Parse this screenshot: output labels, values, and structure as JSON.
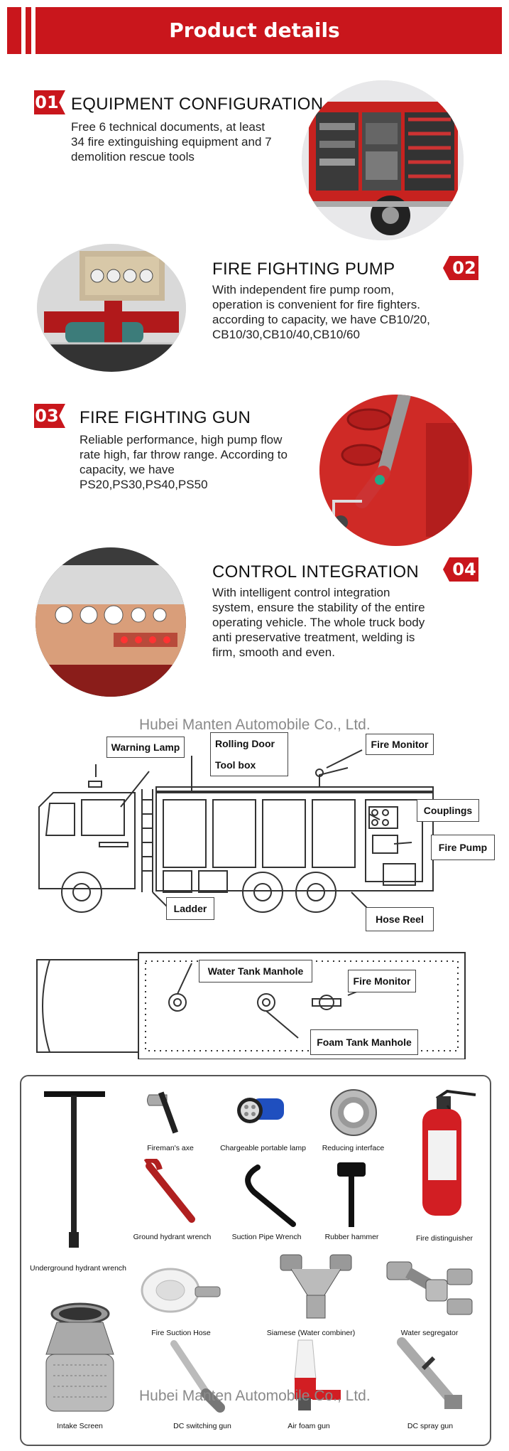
{
  "header": {
    "title": "Product details"
  },
  "sections": [
    {
      "num": "01",
      "title": "EQUIPMENT CONFIGURATION",
      "body": [
        "Free 6 technical documents, at least",
        "34 fire extinguishing equipment and 7",
        "demolition rescue tools"
      ]
    },
    {
      "num": "02",
      "title": "FIRE FIGHTING PUMP",
      "body": [
        "With independent fire pump room,",
        "operation is convenient for fire fighters.",
        "according to capacity, we have CB10/20,",
        "CB10/30,CB10/40,CB10/60"
      ]
    },
    {
      "num": "03",
      "title": "FIRE FIGHTING GUN",
      "body": [
        "Reliable performance, high pump flow",
        "rate high, far throw range. According to",
        "capacity, we have",
        "PS20,PS30,PS40,PS50"
      ]
    },
    {
      "num": "04",
      "title": "CONTROL INTEGRATION",
      "body": [
        "With intelligent control integration",
        "system, ensure the stability of the entire",
        "operating vehicle. The whole truck body",
        "anti preservative treatment, welding is",
        "firm, smooth and even."
      ]
    }
  ],
  "watermark": "Hubei Manten Automobile Co., Ltd.",
  "watermark_bottom": "Hubei Manten Automobile Co., Ltd.",
  "side_diagram": {
    "labels": {
      "warning_lamp": "Warning Lamp",
      "rolling_door": "Rolling Door",
      "tool_box": "Tool box",
      "fire_monitor": "Fire Monitor",
      "couplings": "Couplings",
      "fire_pump": "Fire Pump",
      "ladder": "Ladder",
      "hose_reel": "Hose Reel"
    }
  },
  "top_diagram": {
    "labels": {
      "water_tank_manhole": "Water Tank Manhole",
      "fire_monitor": "Fire Monitor",
      "foam_tank_manhole": "Foam Tank Manhole"
    }
  },
  "tools": [
    {
      "name": "Underground hydrant wrench",
      "icon": "t-wrench-icon"
    },
    {
      "name": "Fireman's axe",
      "icon": "axe-icon"
    },
    {
      "name": "Chargeable portable lamp",
      "icon": "lamp-icon"
    },
    {
      "name": "Reducing interface",
      "icon": "reducer-icon"
    },
    {
      "name": "Ground hydrant wrench",
      "icon": "hydrant-wrench-icon"
    },
    {
      "name": "Suction Pipe Wrench",
      "icon": "hook-wrench-icon"
    },
    {
      "name": "Rubber hammer",
      "icon": "hammer-icon"
    },
    {
      "name": "Fire distinguisher",
      "icon": "extinguisher-icon"
    },
    {
      "name": "Fire Suction Hose",
      "icon": "hose-icon"
    },
    {
      "name": "Siamese (Water combiner)",
      "icon": "siamese-icon"
    },
    {
      "name": "Water segregator",
      "icon": "segregator-icon"
    },
    {
      "name": "Intake Screen",
      "icon": "intake-screen-icon"
    },
    {
      "name": "DC switching gun",
      "icon": "switching-gun-icon"
    },
    {
      "name": "Air foam gun",
      "icon": "foam-gun-icon"
    },
    {
      "name": "DC spray gun",
      "icon": "spray-gun-icon"
    }
  ],
  "colors": {
    "brand_red": "#c9161c"
  }
}
